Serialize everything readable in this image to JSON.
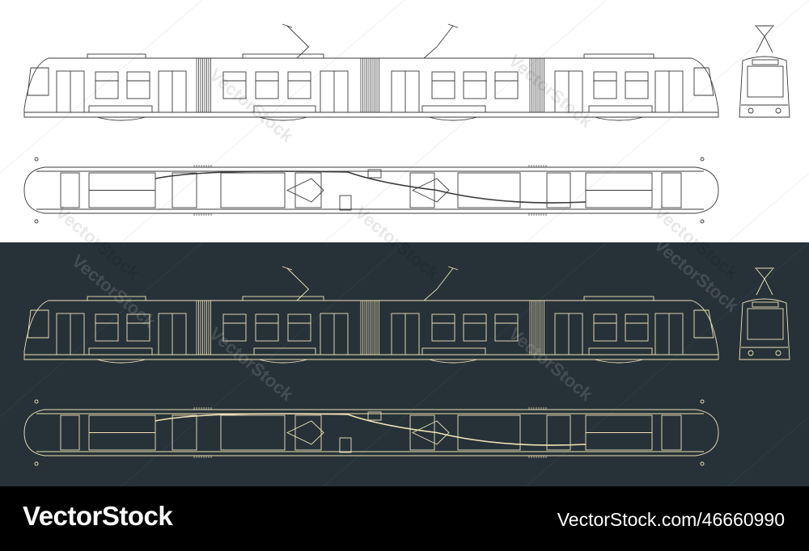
{
  "watermark": {
    "text": "VectorStock"
  },
  "footer": {
    "brand": "VectorStock",
    "stock_id": "VectorStock.com/46660990"
  },
  "colors": {
    "light_bg": "#ffffff",
    "light_line": "#3a3a3a",
    "dark_bg": "#263238",
    "dark_line": "#f3e2b8",
    "footer_bg": "#000000"
  }
}
